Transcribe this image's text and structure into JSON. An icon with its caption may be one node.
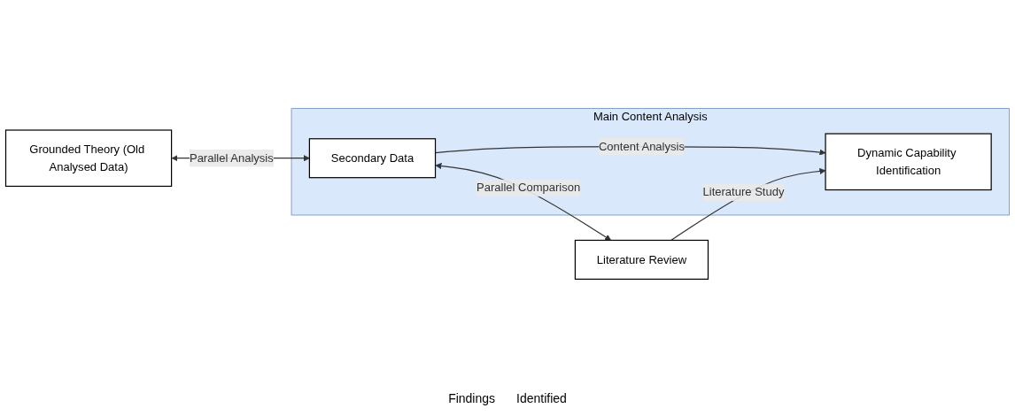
{
  "diagram": {
    "nodes": [
      {
        "text": [
          "Main Content Analysis"
        ]
      },
      {
        "text": [
          "Grounded Theory (Old Analysed Data)"
        ]
      },
      {
        "text": [
          "Secondary Data"
        ],
        "in": 0
      },
      {
        "text": [
          "Literature Review"
        ]
      },
      {
        "text": [
          "Dynamic Capability Identification"
        ],
        "in": 0
      }
    ],
    "edges": [
      {
        "from": 1,
        "to": 2,
        "arrow": "both",
        "label": "Parallel Analysis"
      },
      {
        "from": 2,
        "to": 3,
        "arrow": "both",
        "label": "Parallel Comparison"
      },
      {
        "from": 2,
        "to": 4,
        "arrow": "to",
        "label": "Content Analysis"
      },
      {
        "from": 3,
        "to": 4,
        "arrow": "to",
        "label": "Literature Study"
      }
    ],
    "labels": [
      "Findings",
      "Identified"
    ]
  }
}
